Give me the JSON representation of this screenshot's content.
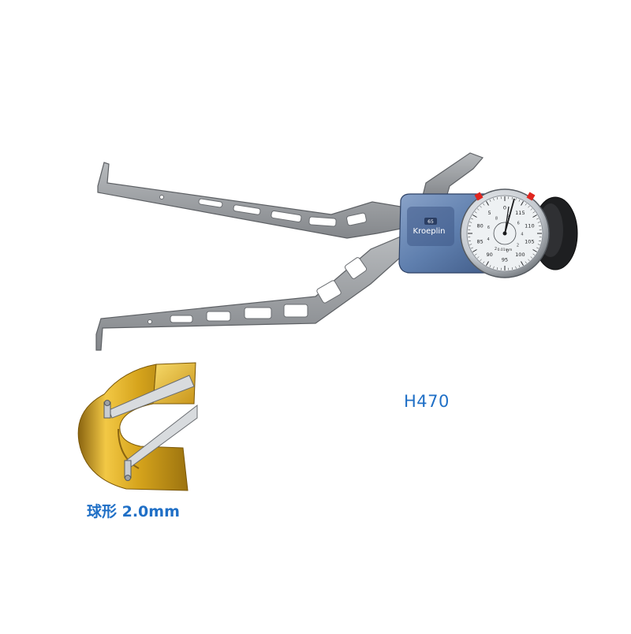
{
  "product": {
    "model": "H470",
    "tip_spec": "球形 2.0mm",
    "brand": "Kroeplin",
    "brand_badge": "65"
  },
  "dial": {
    "outer_scale": [
      "0",
      "115",
      "110",
      "105",
      "100",
      "95",
      "90",
      "85",
      "80",
      "5"
    ],
    "inner_scale": [
      "8",
      "6",
      "4",
      "2",
      "0",
      "2",
      "4",
      "6",
      "8"
    ],
    "resolution_text": "0.01mm"
  },
  "colors": {
    "accent_text": "#1f6fc6",
    "gauge_body": "#5f7fae",
    "arm": "#9a9da1",
    "tip_ring": "#d6a41c",
    "limit_marker": "#e0261f"
  },
  "icons": {
    "caliper": "external-caliper-gauge",
    "tip_closeup": "ball-tip-measuring-detail"
  }
}
